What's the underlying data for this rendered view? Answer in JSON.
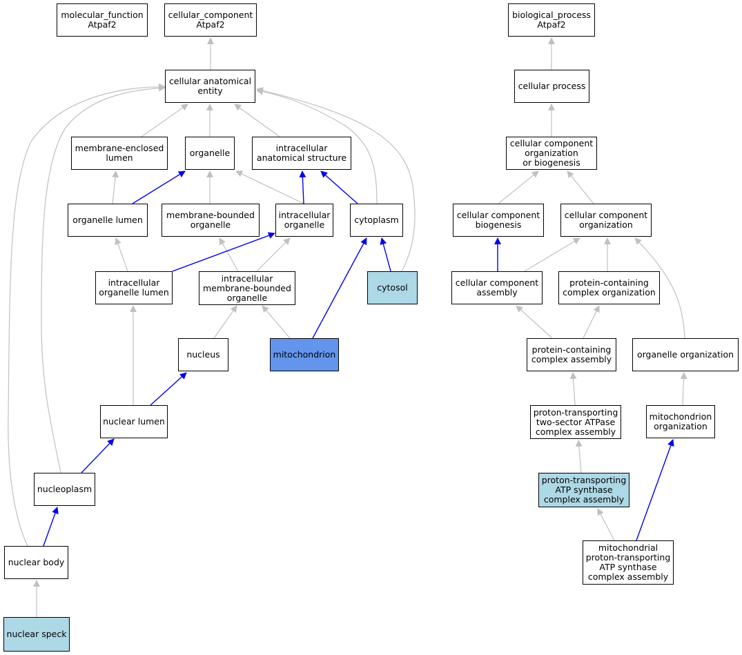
{
  "colors": {
    "gray_edge": "#c0c0c0",
    "blue_edge": "#0000ee",
    "highlight": "#add8e6",
    "selected": "#6495ed"
  },
  "nodes": {
    "mf_atpaf2": "molecular_function\nAtpaf2",
    "cc_atpaf2": "cellular_component\nAtpaf2",
    "bp_atpaf2": "biological_process\nAtpaf2",
    "cellular_anatomical_entity": "cellular anatomical\nentity",
    "cellular_process": "cellular process",
    "membrane_enclosed_lumen": "membrane-enclosed\nlumen",
    "organelle": "organelle",
    "intracellular_anatomical_structure": "intracellular\nanatomical structure",
    "cc_org_or_biogenesis": "cellular component\norganization\nor biogenesis",
    "organelle_lumen": "organelle lumen",
    "membrane_bounded_organelle": "membrane-bounded\norganelle",
    "intracellular_organelle": "intracellular\norganelle",
    "cytoplasm": "cytoplasm",
    "cc_biogenesis": "cellular component\nbiogenesis",
    "cc_organization": "cellular component\norganization",
    "intracellular_organelle_lumen": "intracellular\norganelle lumen",
    "intracellular_membrane_bounded_organelle": "intracellular\nmembrane-bounded\norganelle",
    "cytosol": "cytosol",
    "cc_assembly": "cellular component\nassembly",
    "protein_containing_complex_organization": "protein-containing\ncomplex organization",
    "nucleus": "nucleus",
    "mitochondrion": "mitochondrion",
    "protein_containing_complex_assembly": "protein-containing\ncomplex assembly",
    "organelle_organization": "organelle organization",
    "nuclear_lumen": "nuclear lumen",
    "proton_transporting_two_sector": "proton-transporting\ntwo-sector ATPase\ncomplex assembly",
    "mitochondrion_organization": "mitochondrion\norganization",
    "nucleoplasm": "nucleoplasm",
    "proton_transporting_atp_synthase": "proton-transporting\nATP synthase\ncomplex assembly",
    "mito_proton_transporting_atp_synthase": "mitochondrial\nproton-transporting\nATP synthase\ncomplex assembly",
    "nuclear_body": "nuclear body",
    "nuclear_speck": "nuclear speck"
  }
}
